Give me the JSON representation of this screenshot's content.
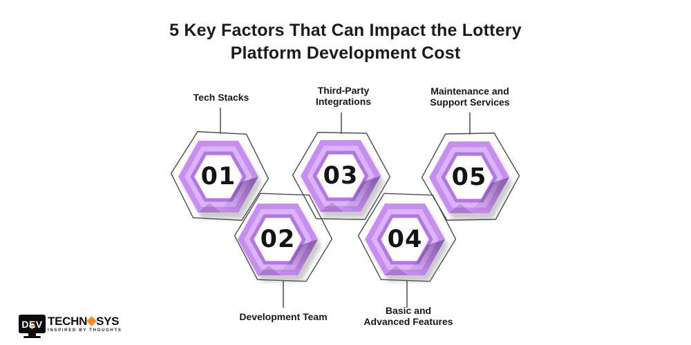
{
  "title": {
    "line1": "5 Key Factors That Can Impact the Lottery",
    "line2": "Platform Development Cost"
  },
  "factors": [
    {
      "number": "01",
      "line1": "Tech Stacks"
    },
    {
      "number": "02",
      "line1": "Development Team"
    },
    {
      "number": "03",
      "line1": "Third-Party",
      "line2": "Integrations"
    },
    {
      "number": "04",
      "line1": "Basic and",
      "line2": "Advanced Features"
    },
    {
      "number": "05",
      "line1": "Maintenance and",
      "line2": "Support Services"
    }
  ],
  "logo": {
    "dev": "DEV",
    "brand_left": "TECHN",
    "brand_right": "SYS",
    "tagline": "INSPIRED BY THOUGHTS",
    "gem_icon": "orange-diamond"
  },
  "colors": {
    "ribbon_purple": "#c88df0",
    "ribbon_light": "#d9b5f6",
    "ribbon_deep": "#b674e9",
    "outline_gray": "#4a4a4a",
    "text_dark": "#1b1b1b",
    "logo_orange": "#f0891e",
    "logo_black": "#0d0d0d",
    "background": "#ffffff"
  }
}
